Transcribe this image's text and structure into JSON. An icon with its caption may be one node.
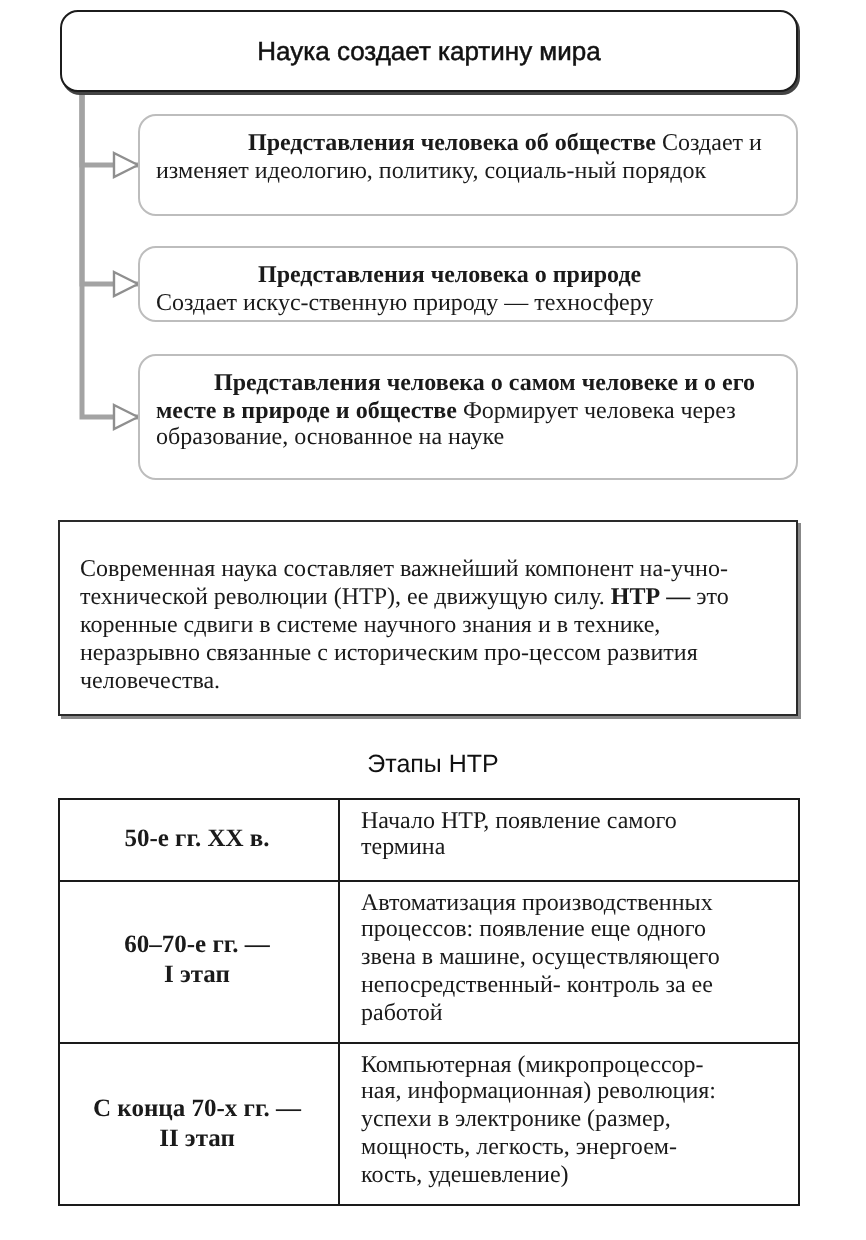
{
  "diagram": {
    "nodes": [
      {
        "text": [
          "Наука создает картину мира"
        ]
      },
      {
        "text": [
          "**Представления человека об обществе** Создает и изменяет идеологию, политику, социаль-ный порядок"
        ]
      },
      {
        "text": [
          "Представления человека о природе",
          "Создает искус-ственную природу — техносферу"
        ]
      },
      {
        "text": [
          "**Представления человека о самом человеке и о его месте в природе и обществе** Формирует человека через образование, основанное на науке"
        ]
      },
      {
        "text": [
          "Современная наука составляет важнейший компонент на-учно-технической революции (НТР), ее движущую силу. **НТР —** это коренные сдвиги в системе научного знания и в технике, неразрывно связанные с историческим про-цессом развития человечества."
        ]
      }
    ],
    "edges": [
      {
        "from": 0,
        "to": 1,
        "arrow": "to"
      },
      {
        "from": 0,
        "to": 2,
        "arrow": "to"
      },
      {
        "from": 0,
        "to": 3,
        "arrow": "to"
      }
    ],
    "labels": [
      "Этапы НТР",
      "50-е гг. XX в.",
      "Начало НТР, появление самого термина",
      "60–70-е гг. — I этап",
      "Автоматизация производственных процессов: появление еще одного звена в машине, осуществляющего непосредственный- контроль за ее работой",
      "С конца 70-х гг. — II этап",
      "Компьютерная (микропроцессор-ная, информационная) революция: успехи в электронике (размер, мощность, легкость, энергоем-кость, удешевление)"
    ]
  }
}
